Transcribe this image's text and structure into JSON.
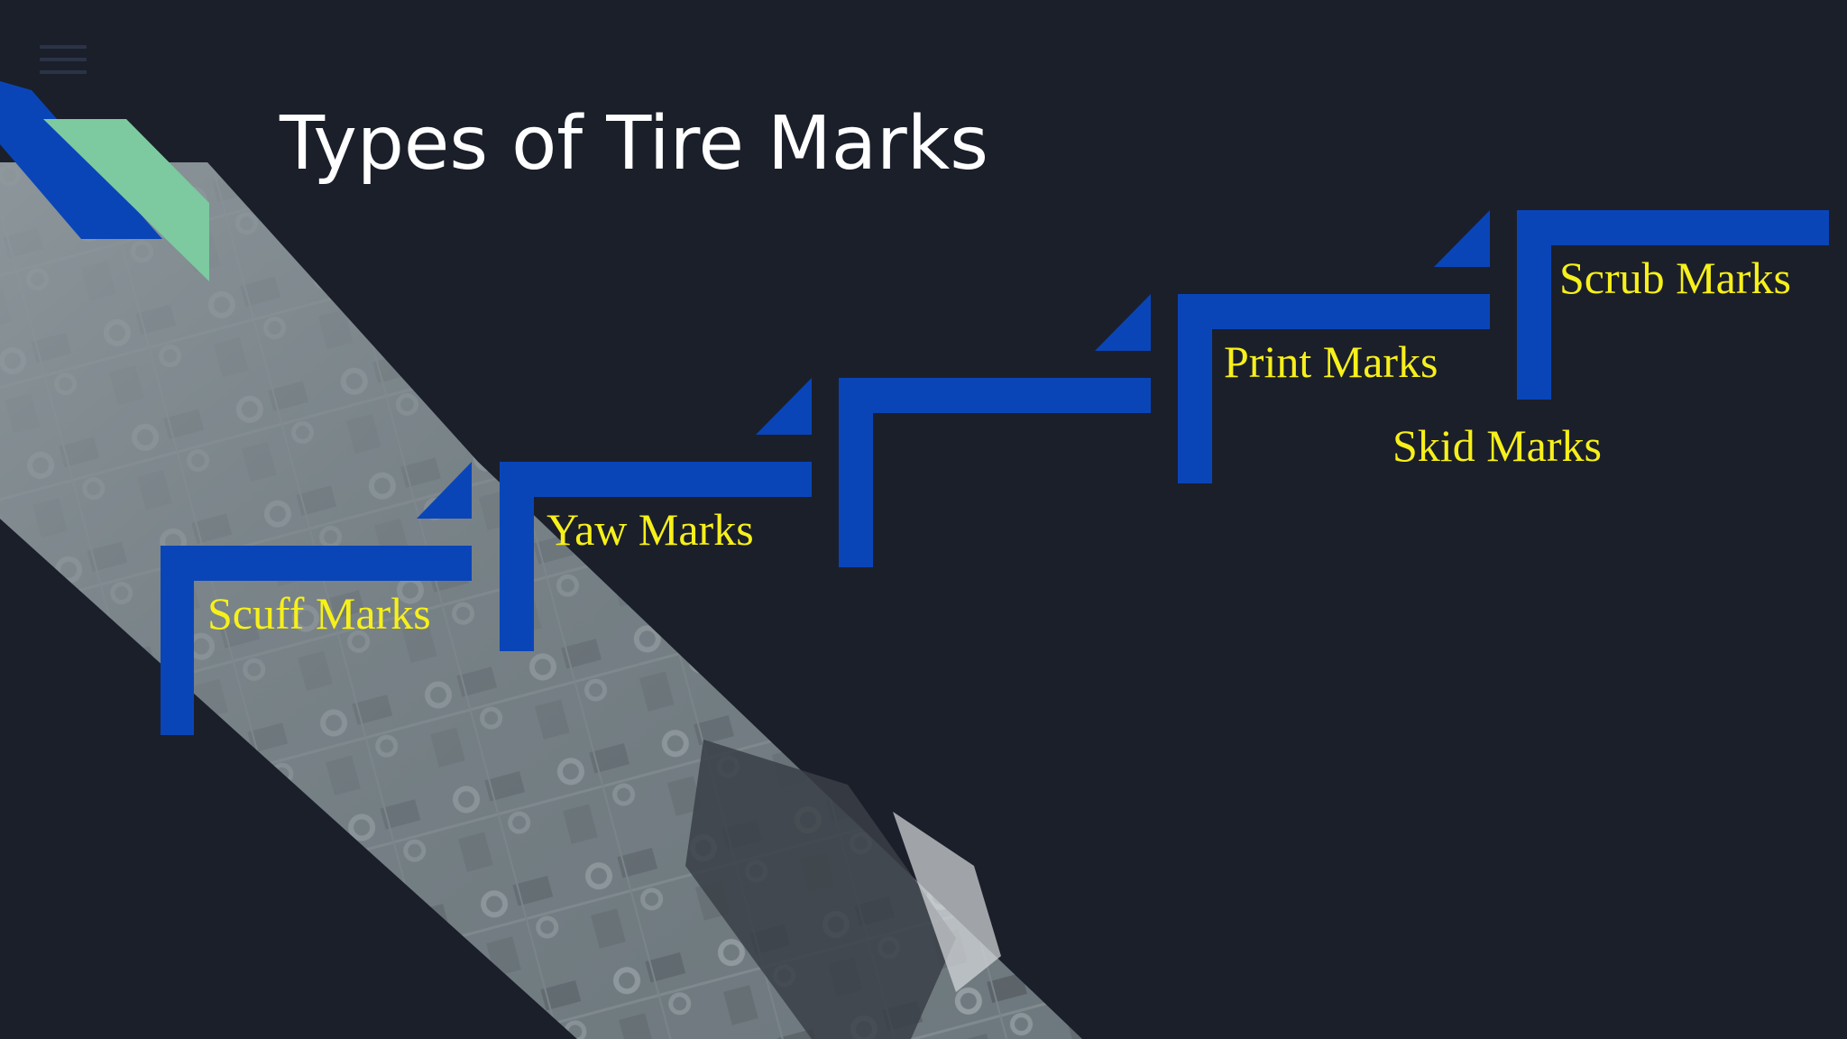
{
  "slide": {
    "title": "Types of Tire Marks",
    "steps": [
      {
        "label": "Scuff Marks"
      },
      {
        "label": "Yaw Marks"
      },
      {
        "label": "Skid Marks"
      },
      {
        "label": "Print Marks"
      },
      {
        "label": "Scrub Marks"
      }
    ]
  },
  "icons": {
    "menu": "hamburger-menu-icon"
  },
  "colors": {
    "background": "#1b1f2a",
    "step_blue": "#0a45b8",
    "accent_green": "#7dc9a0",
    "label_yellow": "#f7f01a",
    "title_white": "#ffffff"
  }
}
